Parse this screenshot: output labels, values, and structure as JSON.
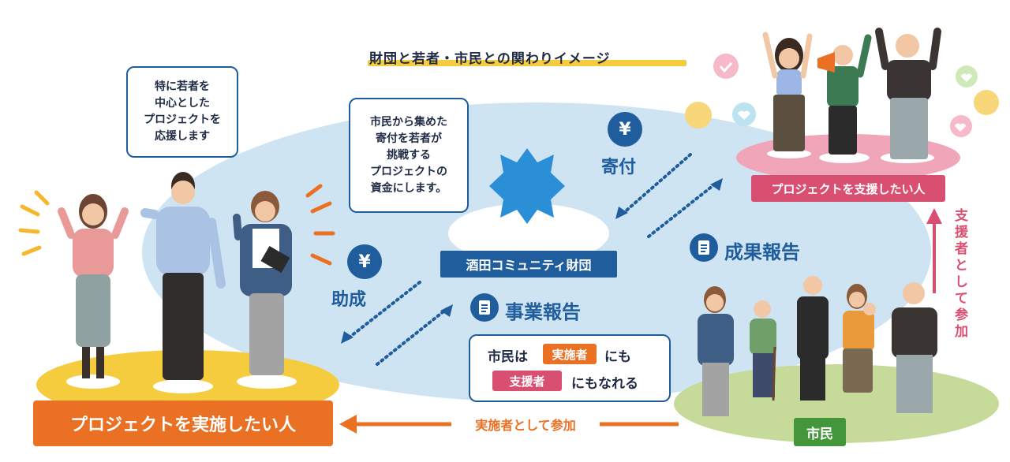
{
  "title": "財団と若者・市民との関わりイメージ",
  "callout_youth": "特に若者を\n中心とした\nプロジェクトを\n応援します",
  "callout_funds": "市民から集めた\n寄付を若者が\n挑戦する\nプロジェクトの\n資金にします。",
  "yen_symbol": "¥",
  "donation_label": "寄付",
  "grant_label": "助成",
  "outcome_report": "成果報告",
  "project_report": "事業報告",
  "foundation_name": "酒田コミュニティ財団",
  "implementers_label": "プロジェクトを実施したい人",
  "supporters_label": "プロジェクトを支援したい人",
  "citizens_label": "市民",
  "note": {
    "prefix": "市民は",
    "implementer": "実施者",
    "mid": "にも",
    "supporter": "支援者",
    "suffix": "にもなれる"
  },
  "join_as_implementer": "実施者として参加",
  "join_as_supporter": "支援者として参加",
  "colors": {
    "navy": "#1f5d9d",
    "orange": "#ea7024",
    "pink": "#d94f72",
    "yellow": "#f4cc3d",
    "green": "#43963a",
    "light_blue": "#cfe4f2"
  }
}
